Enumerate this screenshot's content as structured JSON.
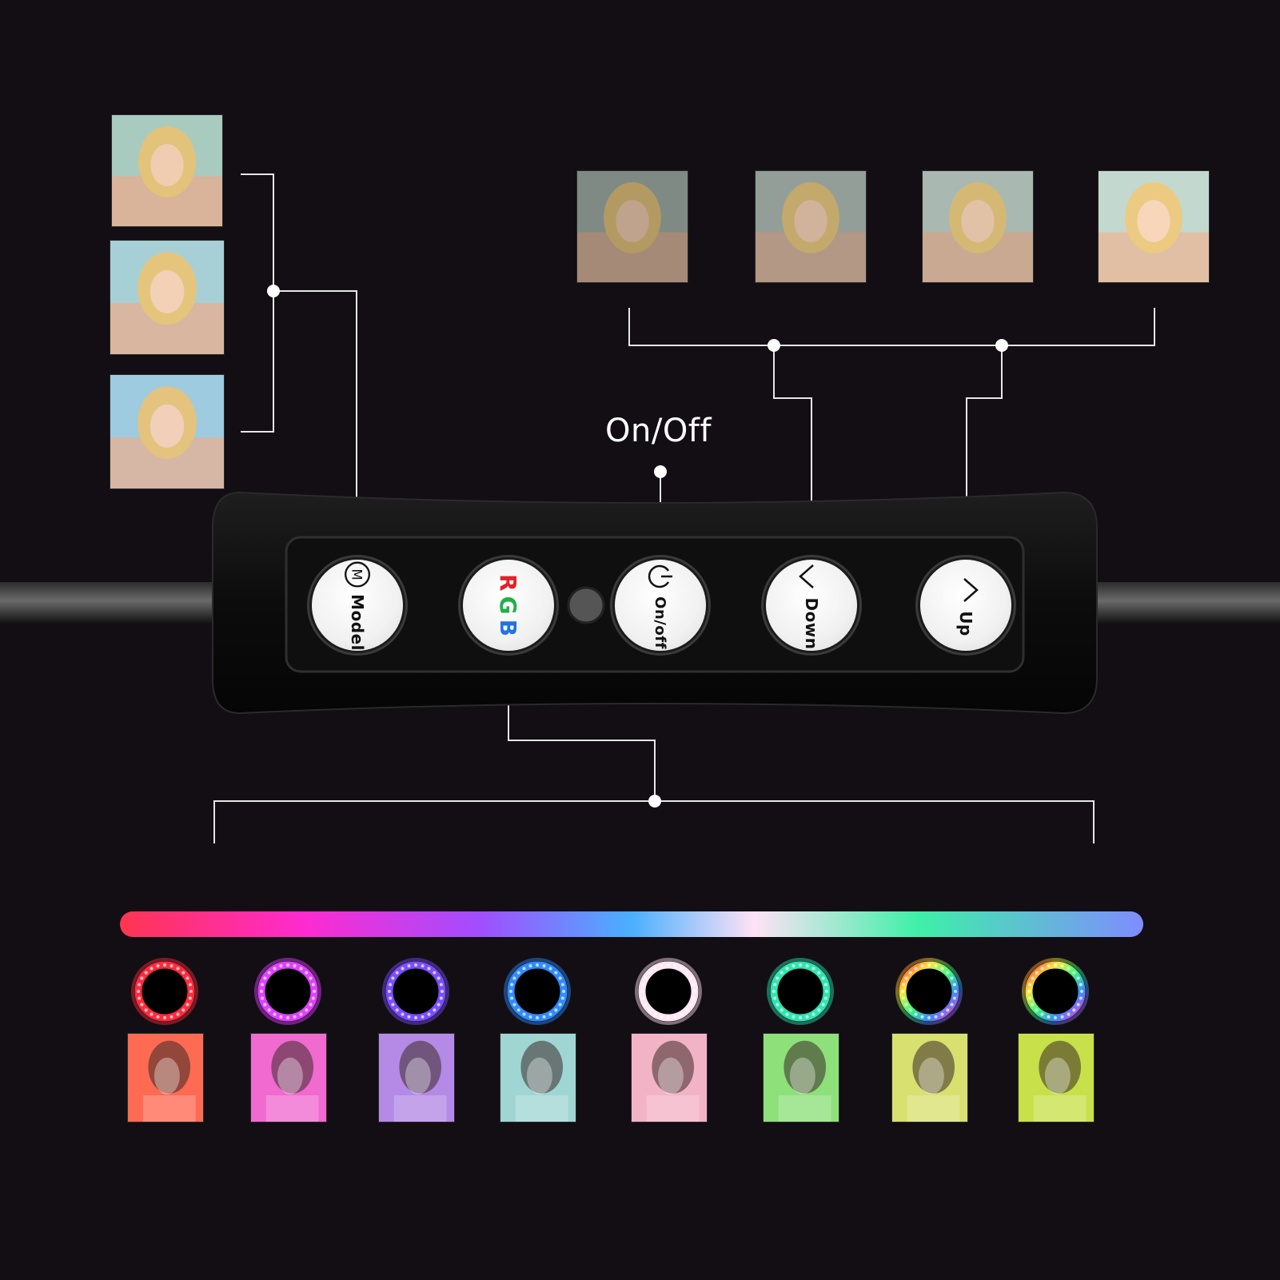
{
  "labels": {
    "on_off_caption": "On/Off"
  },
  "buttons": {
    "model": {
      "label": "Model",
      "glyph": "M"
    },
    "rgb": {
      "letters": [
        "R",
        "G",
        "B"
      ],
      "colors": [
        "#e0212b",
        "#1fb04a",
        "#1f73e6"
      ]
    },
    "on_off": {
      "label": "On/off"
    },
    "down": {
      "label": "Down"
    },
    "up": {
      "label": "Up"
    }
  },
  "colors": {
    "background": "#120e14",
    "controller": "#0b0b0b",
    "line": "#e6e6e6"
  },
  "light_modes": [
    {
      "ring": "#ff2b3c",
      "tint": "#ff6a52"
    },
    {
      "ring": "#e040ff",
      "tint": "#f06ad0"
    },
    {
      "ring": "#7a4dff",
      "tint": "#b48ae6"
    },
    {
      "ring": "#2f8cff",
      "tint": "#9fd6d4"
    },
    {
      "ring": "#ffe6f2",
      "tint": "#f3b3c6"
    },
    {
      "ring": "#2ee6b0",
      "tint": "#8ee07a"
    },
    {
      "ring": "rainbow",
      "tint": "#d8e070"
    },
    {
      "ring": "rainbow",
      "tint": "#c8e04a"
    }
  ],
  "icons": {
    "model": "m-circle-icon",
    "power": "power-icon",
    "down": "chevron-down-icon",
    "up": "chevron-up-icon"
  }
}
